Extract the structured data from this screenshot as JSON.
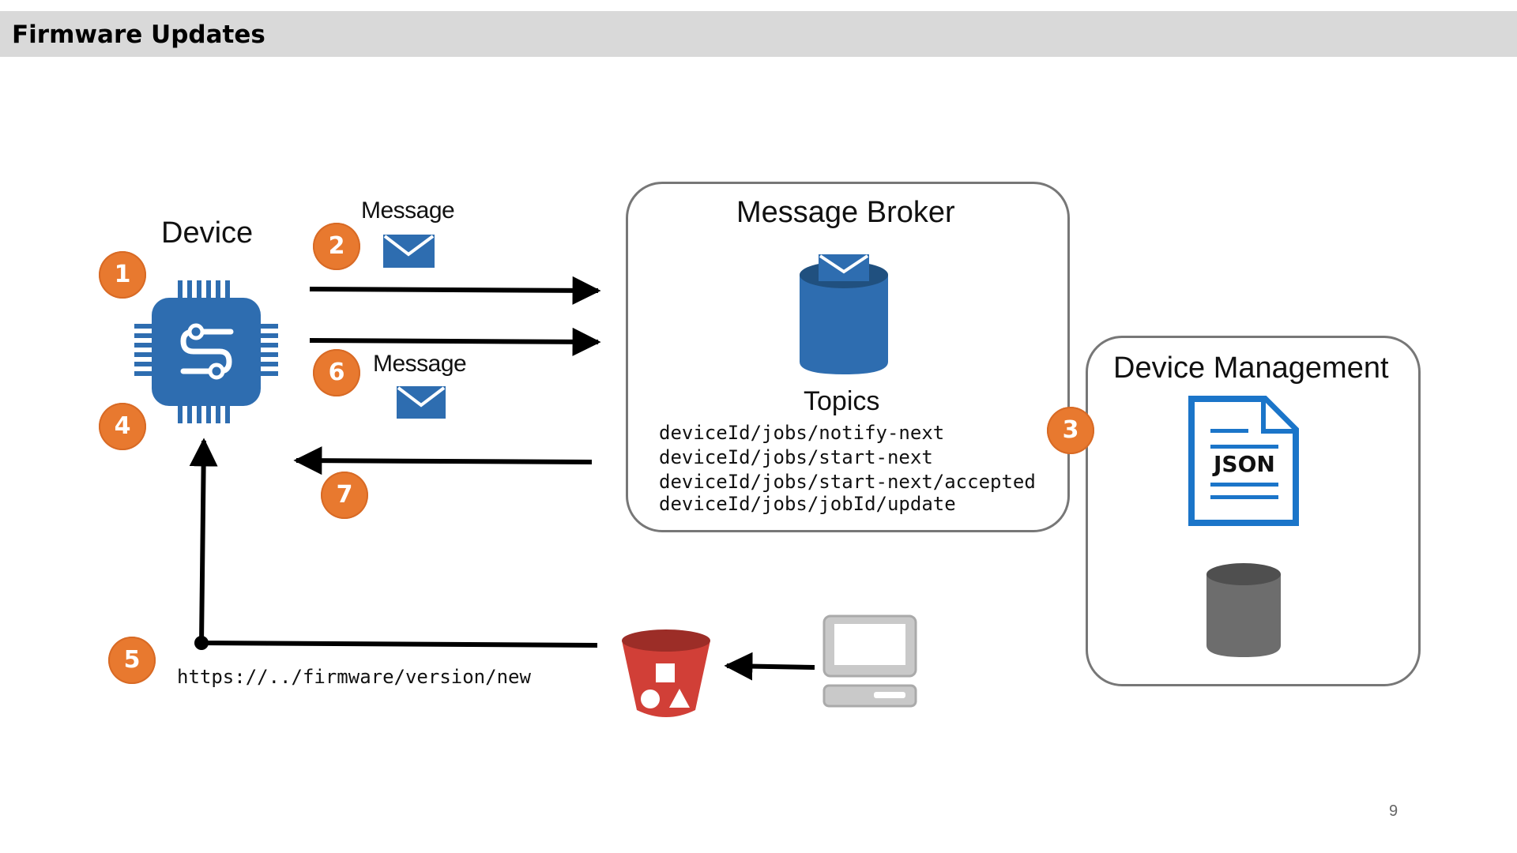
{
  "slide": {
    "title": "Firmware Updates",
    "page_number": "9"
  },
  "device": {
    "label": "Device",
    "icon": "chip-icon"
  },
  "messages": {
    "upper": "Message",
    "lower": "Message"
  },
  "broker": {
    "title": "Message Broker",
    "topics_label": "Topics",
    "topics": [
      "deviceId/jobs/notify-next",
      "deviceId/jobs/start-next",
      "deviceId/jobs/start-next/accepted",
      "deviceId/jobs/jobId/update"
    ]
  },
  "device_management": {
    "title": "Device Management",
    "json_label": "JSON"
  },
  "firmware_url": "https://../firmware/version/new",
  "steps": [
    "1",
    "2",
    "3",
    "4",
    "5",
    "6",
    "7"
  ],
  "colors": {
    "badge": "#e8792f",
    "aws_blue": "#2e6db0",
    "bucket_red": "#d13f37",
    "db_gray": "#6d6d6d"
  }
}
